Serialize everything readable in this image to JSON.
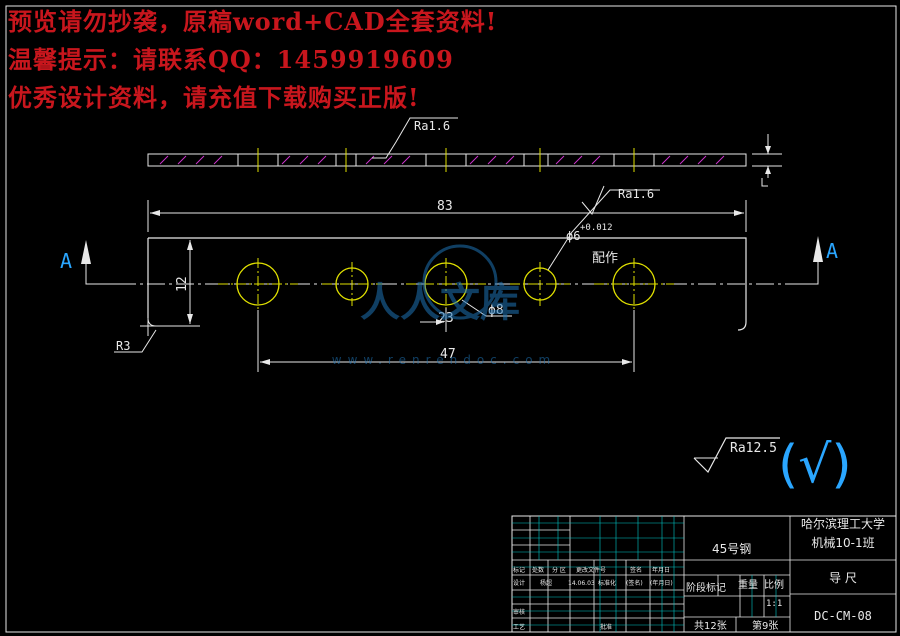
{
  "notices": {
    "line1": "预览请勿抄袭，原稿word+CAD全套资料!",
    "line2": "温馨提示：请联系QQ：1459919609",
    "line3": "优秀设计资料，请充值下载购买正版!"
  },
  "drawing": {
    "roughness_top": "Ra1.6",
    "roughness_hole": "Ra1.6",
    "roughness_general": "Ra12.5",
    "roughness_general_mark": "(√)",
    "dim_overall_length": "83",
    "dim_hole_span": "47",
    "dim_hole_pitch": "23",
    "dim_height": "12",
    "dim_hole_diameter": "ϕ8",
    "dim_pin_diameter": "ϕ6",
    "tolerance": "+0.012",
    "note_match_drill": "配作",
    "radius_label": "R3",
    "section_left": "A",
    "section_right": "A",
    "watermark_text": "人人文库",
    "watermark_url": "www.renrendoc.com"
  },
  "title_block": {
    "school": "哈尔滨理工大学",
    "class": "机械10-1班",
    "material": "45号钢",
    "part_name": "导 尺",
    "drawing_no": "DC-CM-08",
    "stage_mark": "阶段标记",
    "weight": "重量",
    "scale_label": "比例",
    "scale_value": "1:1",
    "sheets_total": "共12张",
    "sheet_no": "第9张",
    "hdr_mark": "标记",
    "hdr_count": "处数",
    "hdr_zone": "分 区",
    "hdr_change_doc": "更改文件号",
    "hdr_sign": "签名",
    "hdr_date": "年月日",
    "row_design": "设计",
    "designer": "杨超",
    "design_date": "14.06.03",
    "row_standard": "标准化",
    "standard_sign": "(签名)",
    "standard_date": "(年月日)",
    "row_review": "审核",
    "row_process": "工艺",
    "row_approve": "批准"
  }
}
